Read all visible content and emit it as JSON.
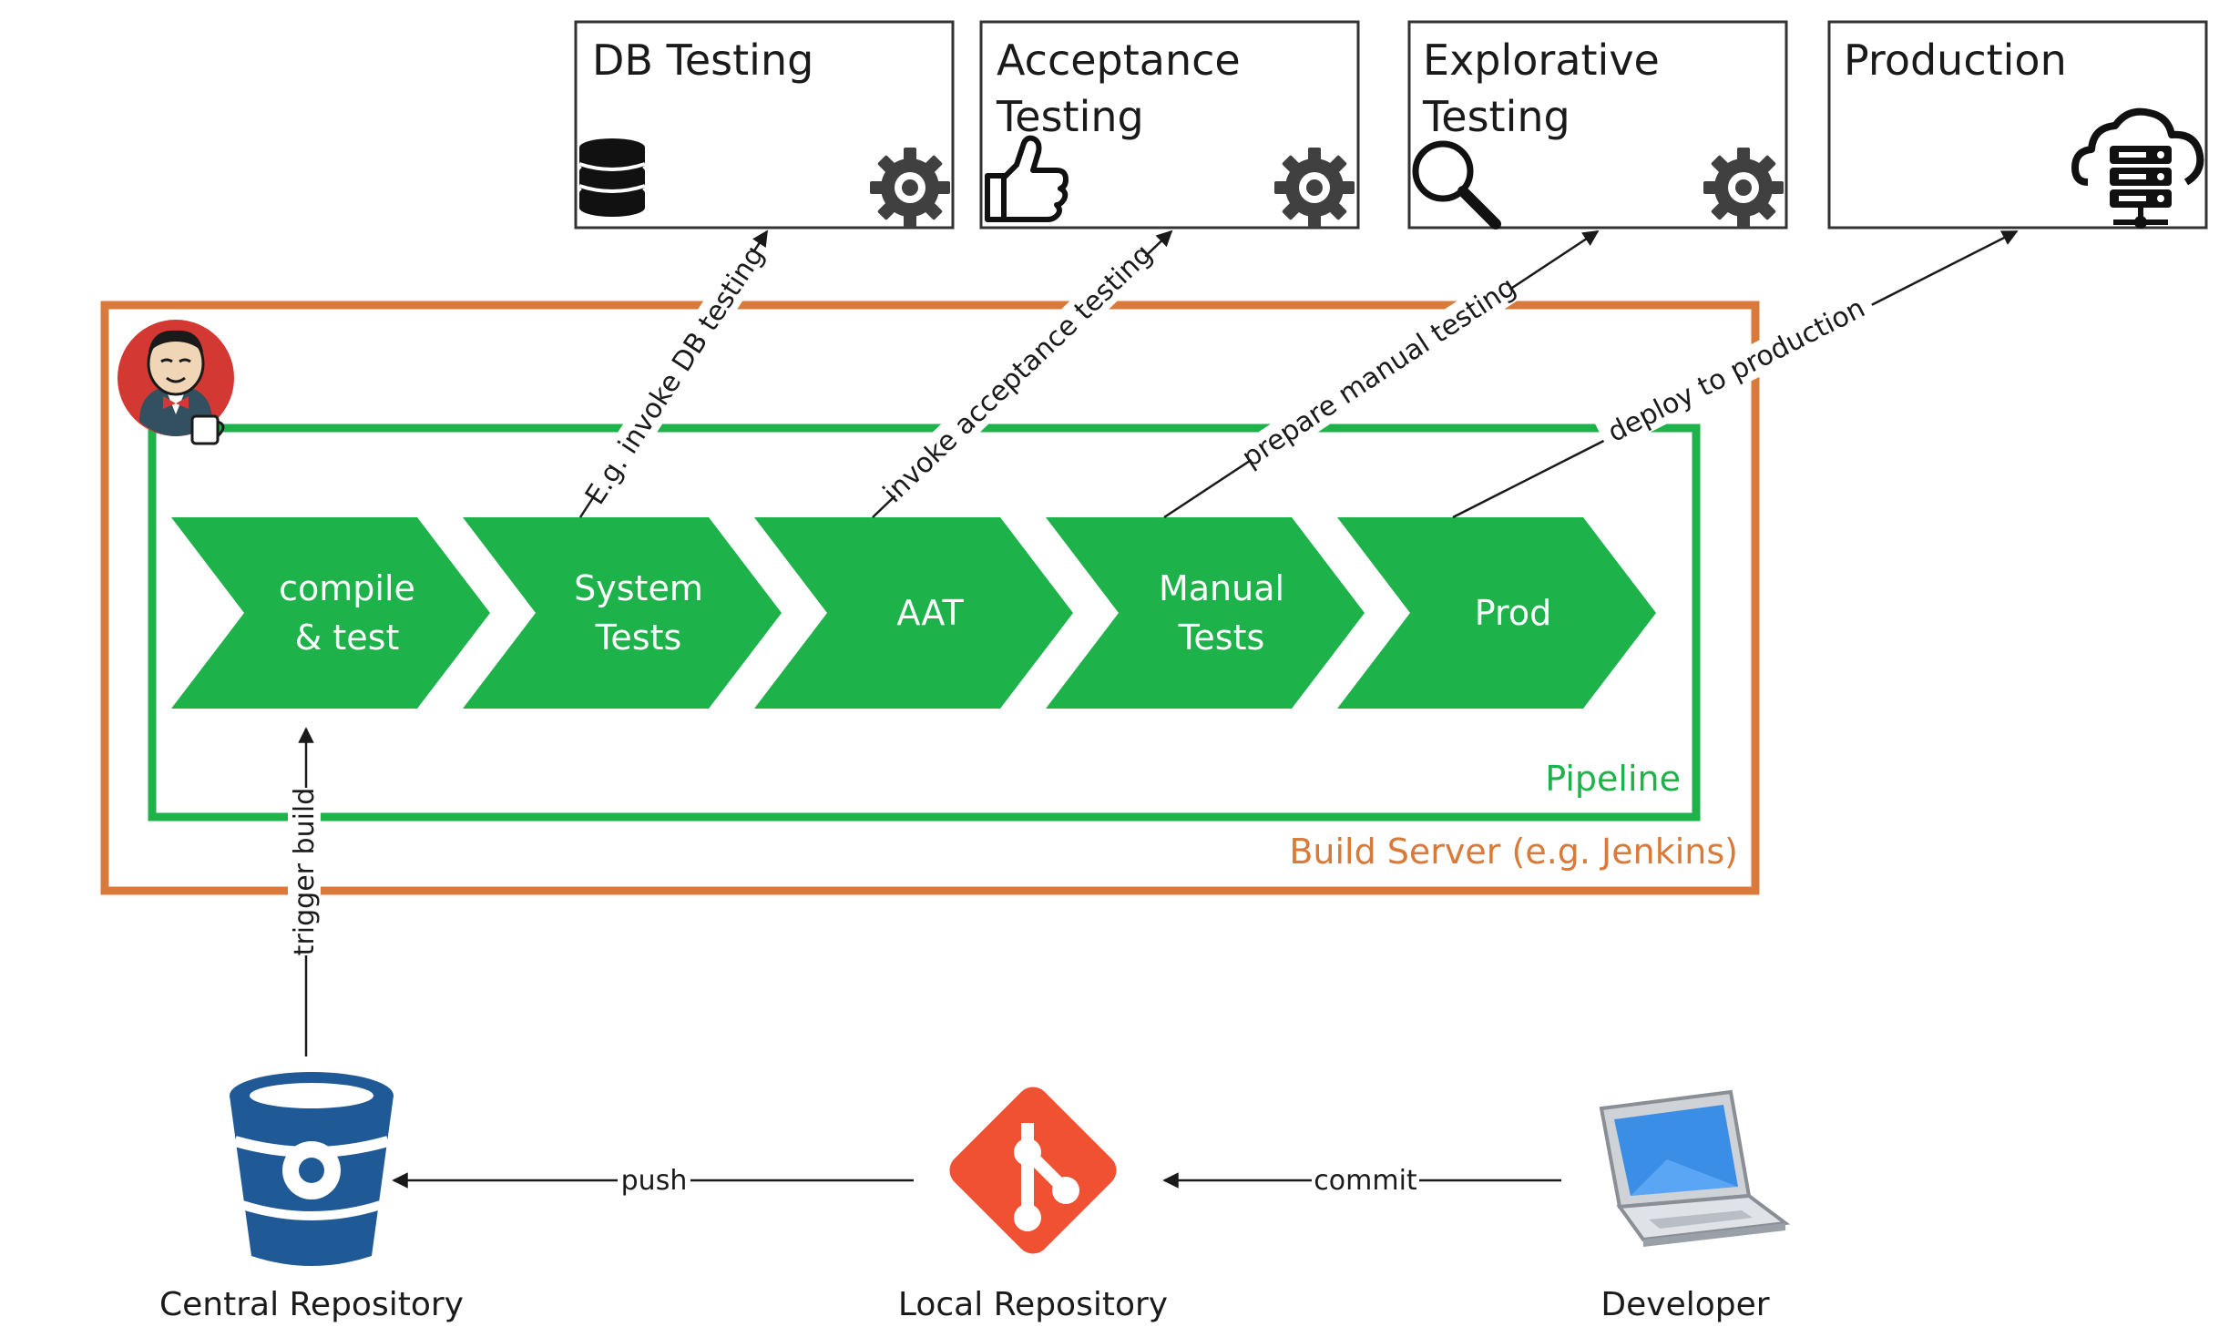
{
  "targets": [
    {
      "id": "db",
      "title_lines": [
        "DB Testing"
      ],
      "icon": "database-icon"
    },
    {
      "id": "acceptance",
      "title_lines": [
        "Acceptance",
        "Testing"
      ],
      "icon": "thumbs-up-icon"
    },
    {
      "id": "explorative",
      "title_lines": [
        "Explorative",
        "Testing"
      ],
      "icon": "magnifier-icon"
    },
    {
      "id": "production",
      "title_lines": [
        "Production"
      ],
      "icon": "cloud-server-icon"
    }
  ],
  "stages": [
    {
      "id": "compile",
      "lines": [
        "compile",
        "& test"
      ]
    },
    {
      "id": "system",
      "lines": [
        "System",
        "Tests"
      ]
    },
    {
      "id": "aat",
      "lines": [
        "AAT"
      ]
    },
    {
      "id": "manual",
      "lines": [
        "Manual",
        "Tests"
      ]
    },
    {
      "id": "prod",
      "lines": [
        "Prod"
      ]
    }
  ],
  "pipeline_label": "Pipeline",
  "build_server_label": "Build Server (e.g. Jenkins)",
  "edges": {
    "invoke_db": "E.g. invoke DB testing",
    "invoke_acceptance": "invoke acceptance testing",
    "prepare_manual": "prepare manual testing",
    "deploy_production": "deploy to production",
    "trigger_build": "trigger build",
    "push": "push",
    "commit": "commit"
  },
  "bottom_nodes": {
    "central": "Central Repository",
    "local": "Local Repository",
    "developer": "Developer"
  },
  "colors": {
    "pipeline_green": "#1eb24b",
    "build_server_orange": "#d97a3a",
    "bitbucket_blue": "#1f5a96",
    "git_orange": "#f05133",
    "jenkins_red": "#d33833",
    "gear_gray": "#404040"
  }
}
